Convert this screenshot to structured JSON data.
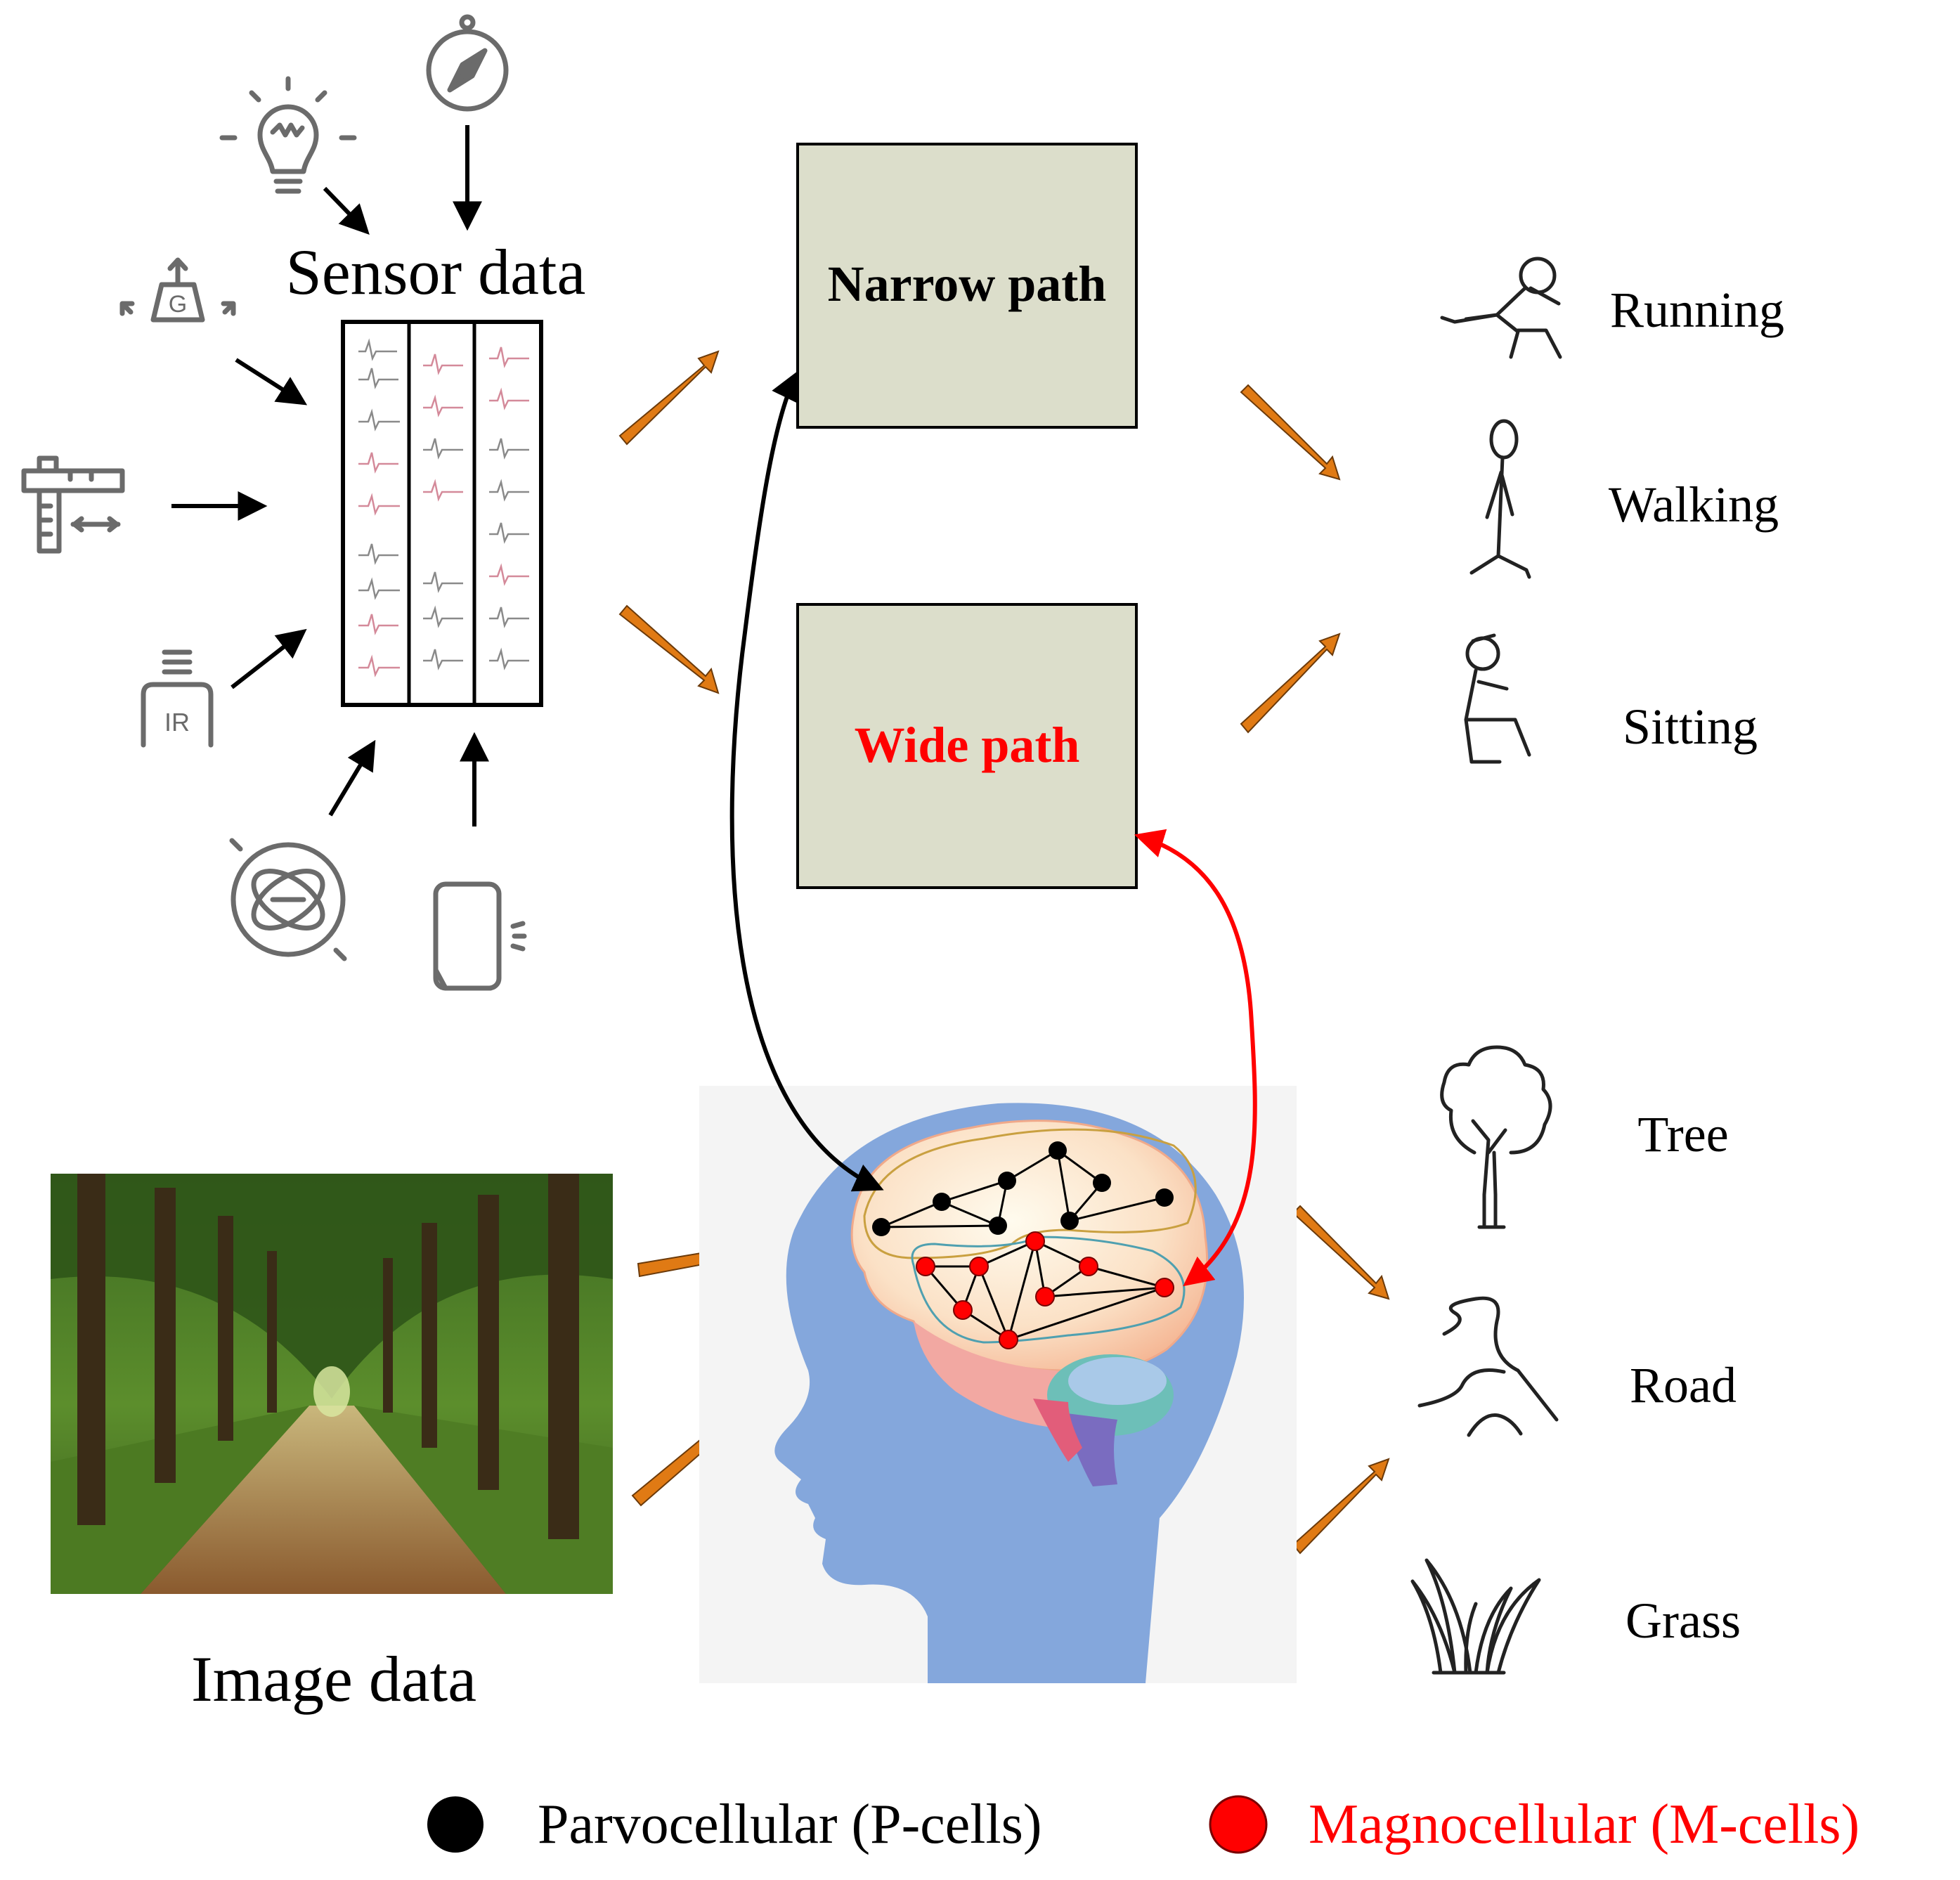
{
  "sensor": {
    "title": "Sensor data"
  },
  "paths": {
    "narrow": "Narrow path",
    "wide": "Wide path"
  },
  "activities": [
    "Running",
    "Walking",
    "Sitting"
  ],
  "image": {
    "title": "Image data"
  },
  "scene_labels": [
    "Tree",
    "Road",
    "Grass"
  ],
  "legend": {
    "p_cells": "Parvocellular (P-cells)",
    "m_cells": "Magnocellular (M-cells)"
  },
  "colors": {
    "box_fill": "#dcdecb",
    "orange_arrow": "#e07a14",
    "p_cell": "#000000",
    "m_cell": "#ff0000",
    "wide_text": "#ff0000",
    "head": "#84a7dc"
  }
}
